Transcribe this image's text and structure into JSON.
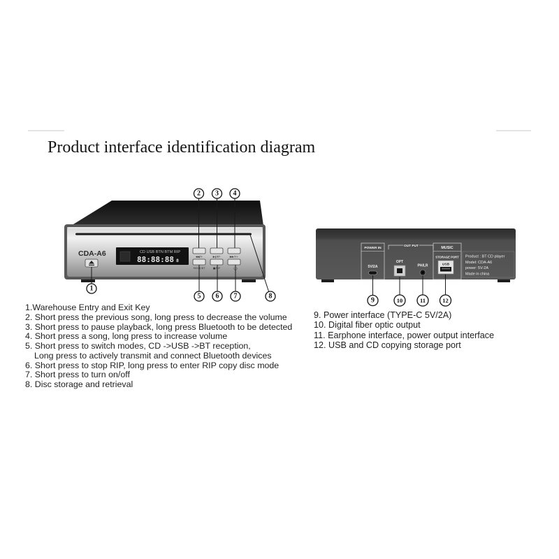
{
  "title": "Product interface identification diagram",
  "front_panel": {
    "model_label": "CDA-A6",
    "display_modes": "CD USB BTN BTM RIP",
    "display_digits": "88:88:88",
    "display_suffix": "8",
    "button_labels": [
      "◀◀/V-",
      "▶‖/BT",
      "▶▶/V+",
      "MODE/BT",
      "■/RIP"
    ]
  },
  "rear_panel": {
    "power_in_label": "POWER IN",
    "power_in_value": "5V/2A",
    "output_label": "OUT PUT",
    "opt_label": "OPT",
    "phone_label": "PH/LR",
    "music_label": "MUSIC",
    "storage_label": "STORAGE PORT",
    "usb_label": "USB",
    "info_lines": [
      "Product : BT CD player",
      "Model: CDA-A6",
      "power: 5V-2A",
      "Made in china"
    ]
  },
  "callouts": [
    "1",
    "2",
    "3",
    "4",
    "5",
    "6",
    "7",
    "8",
    "9",
    "10",
    "11",
    "12"
  ],
  "front_descriptions": [
    [
      "1.Warehouse Entry and Exit Key"
    ],
    [
      "2. Short press the previous song, long press to decrease the volume"
    ],
    [
      "3. Short press to pause playback, long press Bluetooth to be detected"
    ],
    [
      "4. Short press a song, long press to increase volume"
    ],
    [
      "5. Short press to switch modes, CD ->USB ->BT reception,",
      "Long press to actively transmit and connect Bluetooth devices"
    ],
    [
      "6. Short press to stop RIP, long press to enter RIP copy disc mode"
    ],
    [
      "7. Short press to turn on/off"
    ],
    [
      "8. Disc storage and retrieval"
    ]
  ],
  "rear_descriptions": [
    "9. Power interface (TYPE-C 5V/2A)",
    "10. Digital fiber optic output",
    "11. Earphone interface, power output interface",
    "12. USB and CD copying storage port"
  ],
  "icons": {
    "eject": "eject-icon",
    "power": "power-icon"
  }
}
